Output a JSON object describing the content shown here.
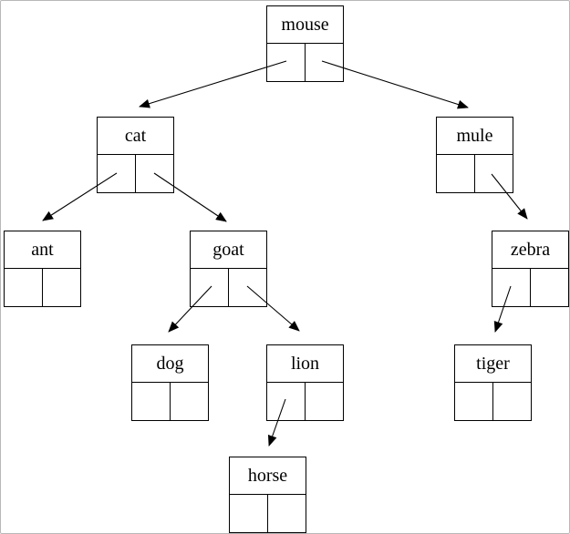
{
  "diagram": {
    "kind": "binary-tree-of-linked-nodes",
    "node_structure": "label cell on top, left and right pointer cells below",
    "colors": {
      "line": "#000000",
      "background": "#ffffff",
      "border": "#b8b8b8"
    },
    "nodes": [
      {
        "id": "mouse",
        "label": "mouse"
      },
      {
        "id": "cat",
        "label": "cat"
      },
      {
        "id": "mule",
        "label": "mule"
      },
      {
        "id": "ant",
        "label": "ant"
      },
      {
        "id": "goat",
        "label": "goat"
      },
      {
        "id": "zebra",
        "label": "zebra"
      },
      {
        "id": "dog",
        "label": "dog"
      },
      {
        "id": "lion",
        "label": "lion"
      },
      {
        "id": "tiger",
        "label": "tiger"
      },
      {
        "id": "horse",
        "label": "horse"
      }
    ],
    "edges": [
      {
        "from": "mouse",
        "pointer": "left",
        "to": "cat"
      },
      {
        "from": "mouse",
        "pointer": "right",
        "to": "mule"
      },
      {
        "from": "cat",
        "pointer": "left",
        "to": "ant"
      },
      {
        "from": "cat",
        "pointer": "right",
        "to": "goat"
      },
      {
        "from": "goat",
        "pointer": "left",
        "to": "dog"
      },
      {
        "from": "goat",
        "pointer": "right",
        "to": "lion"
      },
      {
        "from": "mule",
        "pointer": "right",
        "to": "zebra"
      },
      {
        "from": "zebra",
        "pointer": "left",
        "to": "tiger"
      },
      {
        "from": "lion",
        "pointer": "left",
        "to": "horse"
      }
    ]
  }
}
